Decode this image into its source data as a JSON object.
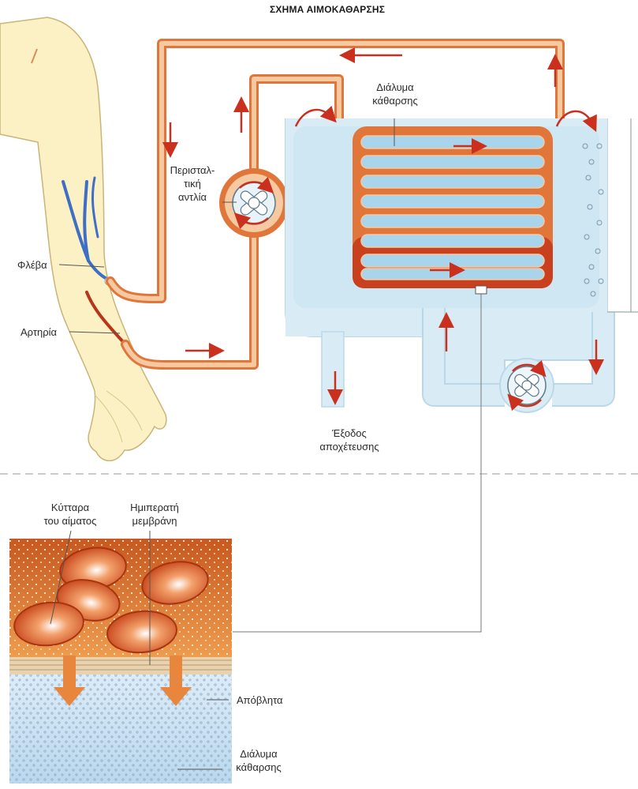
{
  "title": "ΣΧΗΜΑ ΑΙΜΟΚΑΘΑΡΣΗΣ",
  "labels": {
    "dialysate_top_1": "Διάλυμα",
    "dialysate_top_2": "κάθαρσης",
    "pump_1": "Περισταλ-",
    "pump_2": "τική",
    "pump_3": "αντλία",
    "vein": "Φλέβα",
    "artery": "Αρτηρία",
    "drain_1": "Έξοδος",
    "drain_2": "αποχέτευσης",
    "cells_1": "Κύτταρα",
    "cells_2": "του αίματος",
    "membrane_1": "Ημιπερατή",
    "membrane_2": "μεμβράνη",
    "waste": "Απόβλητα",
    "dialysate_bottom_1": "Διάλυμα",
    "dialysate_bottom_2": "κάθαρσης"
  },
  "colors": {
    "tube_outer": "#e0763a",
    "tube_inner": "#f6c9a0",
    "tank": "#d9ecf6",
    "tank_edge": "#b9d9ea",
    "coil_fill": "#a8d4ec",
    "coil_red": "#c9401e",
    "blood": "#e88a3c",
    "skin": "#fbf1c4",
    "vein": "#3f6fc4",
    "artery": "#b8351a",
    "arrow": "#c9301e"
  }
}
